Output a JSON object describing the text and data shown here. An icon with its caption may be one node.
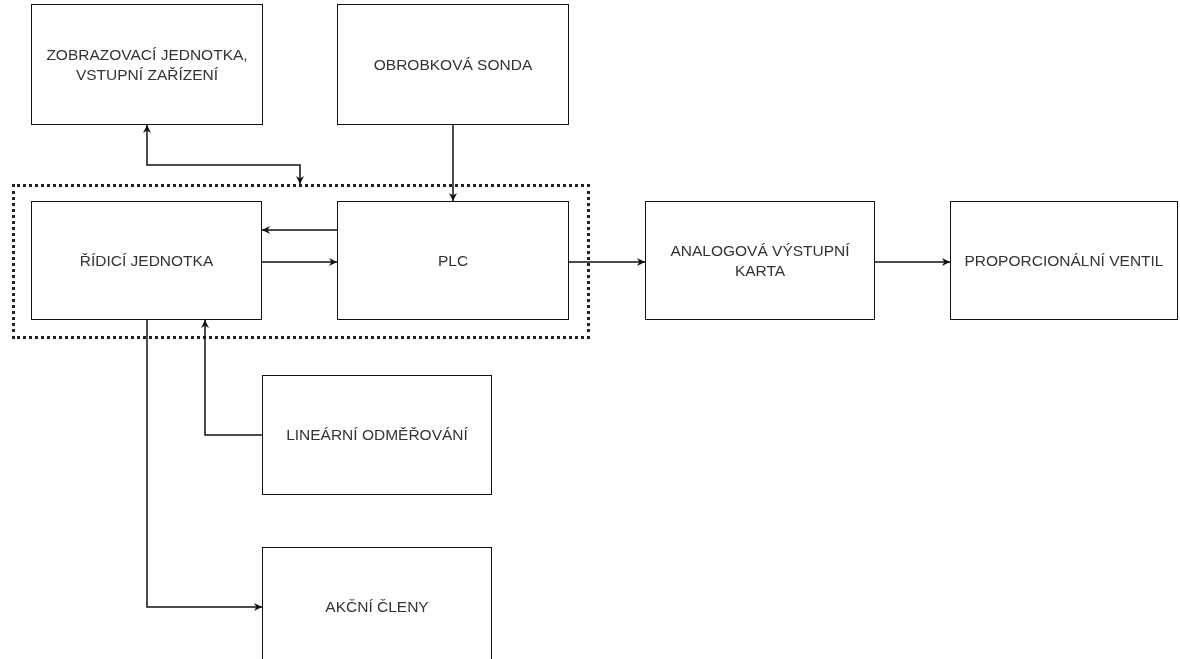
{
  "diagram": {
    "nodes": [
      {
        "text": [
          "ZOBRAZOVACÍ JEDNOTKA, VSTUPNÍ ZAŘÍZENÍ"
        ]
      },
      {
        "text": [
          "OBROBKOVÁ SONDA"
        ]
      },
      {
        "text": [],
        "shape": "box"
      },
      {
        "text": [
          "ŘÍDICÍ JEDNOTKA"
        ],
        "in": 2
      },
      {
        "text": [
          "PLC"
        ],
        "in": 2
      },
      {
        "text": [
          "ANALOGOVÁ VÝSTUPNÍ KARTA"
        ]
      },
      {
        "text": [
          "PROPORCIONÁLNÍ VENTIL"
        ]
      },
      {
        "text": [
          "LINEÁRNÍ ODMĚŘOVÁNÍ"
        ]
      },
      {
        "text": [
          "AKČNÍ ČLENY"
        ]
      }
    ],
    "edges": [
      {
        "from": 0,
        "to": 2,
        "arrow": "both"
      },
      {
        "from": 1,
        "to": 4,
        "arrow": "to"
      },
      {
        "from": 4,
        "to": 3,
        "arrow": "to"
      },
      {
        "from": 3,
        "to": 4,
        "arrow": "to"
      },
      {
        "from": 4,
        "to": 5,
        "arrow": "to"
      },
      {
        "from": 5,
        "to": 6,
        "arrow": "to"
      },
      {
        "from": 7,
        "to": 3,
        "arrow": "to"
      },
      {
        "from": 3,
        "to": 8,
        "arrow": "to"
      }
    ]
  }
}
